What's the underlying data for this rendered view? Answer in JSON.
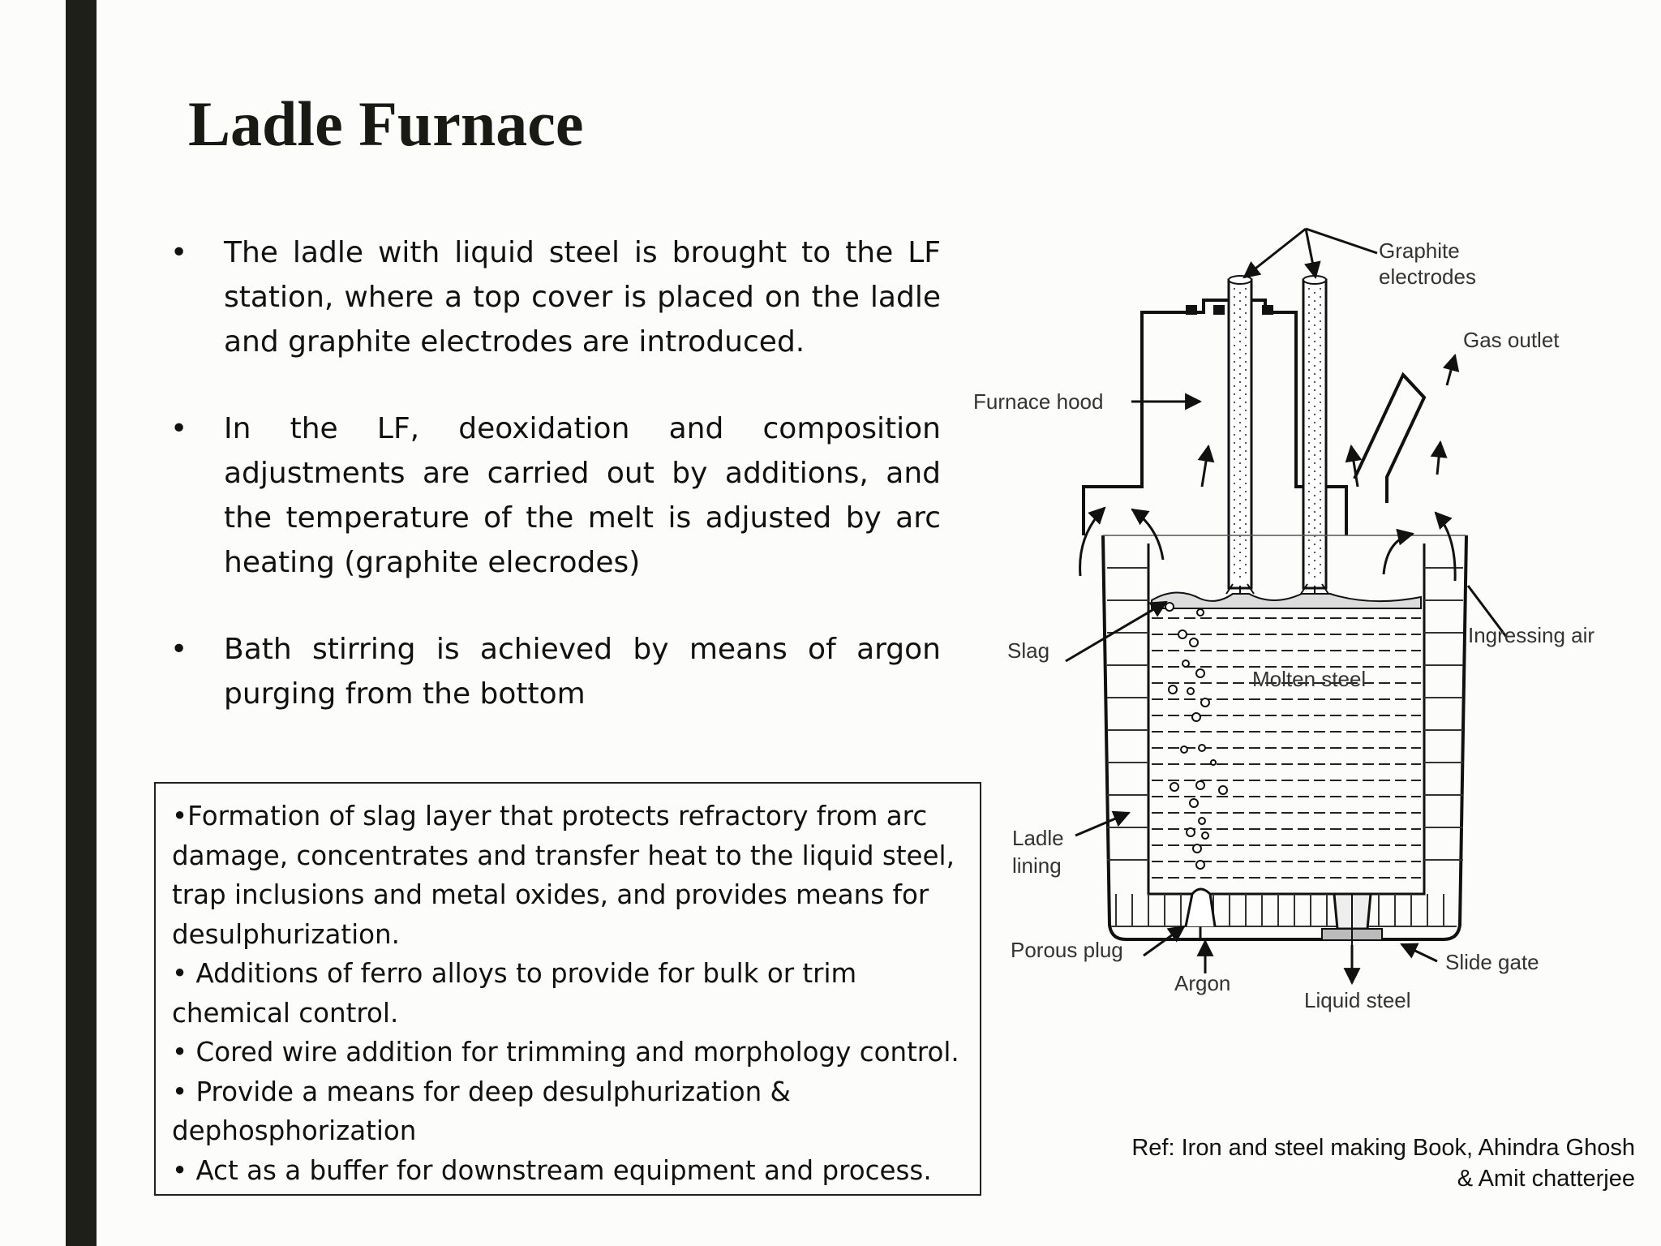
{
  "slide": {
    "title": "Ladle Furnace",
    "bullets": [
      "The ladle with liquid steel is brought to the LF station, where a top cover is placed on the ladle and graphite electrodes are introduced.",
      "In the LF, deoxidation and composition adjustments are carried out by additions, and the temperature of the melt is adjusted by arc heating (graphite elecrodes)",
      "Bath stirring is achieved by means of argon purging from the bottom"
    ],
    "box_lines": [
      "•Formation of slag layer that protects refractory from arc damage, concentrates and transfer heat to the liquid steel, trap inclusions and metal oxides, and provides means for desulphurization.",
      "• Additions of ferro alloys to provide for bulk or trim chemical control.",
      "• Cored wire addition for trimming and morphology control.",
      "• Provide a means for deep desulphurization & dephosphorization",
      "• Act as a buffer for downstream equipment and process."
    ],
    "reference": "Ref: Iron and steel making  Book, Ahindra Ghosh & Amit chatterjee"
  },
  "diagram": {
    "labels": {
      "graphite_1": "Graphite",
      "graphite_2": "electrodes",
      "gas_outlet": "Gas outlet",
      "furnace_hood": "Furnace hood",
      "slag": "Slag",
      "molten_steel": "Molten steel",
      "ingressing_air": "Ingressing air",
      "ladle_1": "Ladle",
      "ladle_2": "lining",
      "porous_plug": "Porous plug",
      "argon": "Argon",
      "slide_gate": "Slide gate",
      "liquid_steel": "Liquid steel"
    }
  }
}
